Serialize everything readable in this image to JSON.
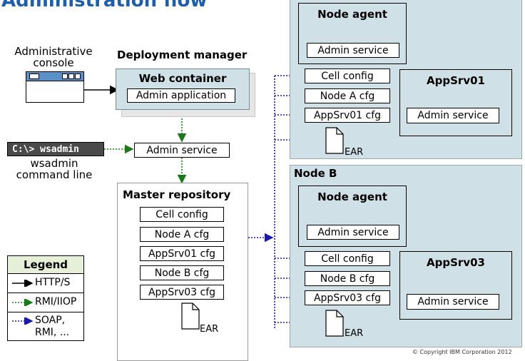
{
  "title": "Administration flow",
  "admin_console": {
    "label_line1": "Administrative",
    "label_line2": "console"
  },
  "deployment_manager": {
    "title": "Deployment manager",
    "web_container": "Web container",
    "admin_application": "Admin application",
    "admin_service": "Admin service"
  },
  "wsadmin": {
    "prompt": "C:\\> wsadmin",
    "label_line1": "wsadmin",
    "label_line2": "command line"
  },
  "master_repository": {
    "title": "Master repository",
    "items": [
      "Cell config",
      "Node A cfg",
      "AppSrv01 cfg",
      "Node B cfg",
      "AppSrv03 cfg"
    ],
    "ear": "EAR"
  },
  "legend": {
    "title": "Legend",
    "items": [
      {
        "label": "HTTP/S"
      },
      {
        "label": "RMI/IIOP"
      },
      {
        "label_line1": "SOAP,",
        "label_line2": "RMI, ..."
      }
    ]
  },
  "node_a": {
    "node_agent": "Node agent",
    "node_agent_service": "Admin service",
    "configs": [
      "Cell config",
      "Node A cfg",
      "AppSrv01 cfg"
    ],
    "server": "AppSrv01",
    "server_service": "Admin service",
    "ear": "EAR"
  },
  "node_b": {
    "title": "Node B",
    "node_agent": "Node agent",
    "node_agent_service": "Admin service",
    "configs": [
      "Cell config",
      "Node B cfg",
      "AppSrv03 cfg"
    ],
    "server": "AppSrv03",
    "server_service": "Admin service",
    "ear": "EAR"
  },
  "copyright": "© Copyright IBM Corporation 2012",
  "colors": {
    "panel": "#d0e0e7",
    "http": "#000000",
    "rmi": "#1a7a1a",
    "soap": "#1a1aa8",
    "title": "#1f5fa8"
  }
}
